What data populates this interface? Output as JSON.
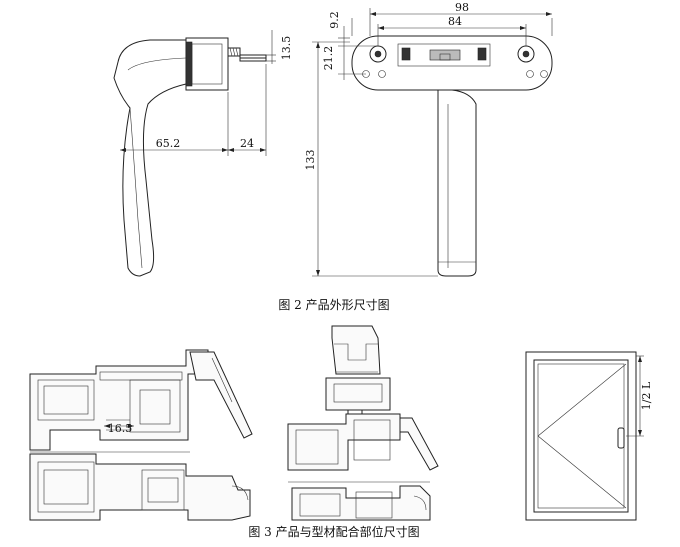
{
  "top_fragment": "",
  "figure2": {
    "caption": "图 2  产品外形尺寸图",
    "dims": {
      "d_98": "98",
      "d_84": "84",
      "d_9_2": "9.2",
      "d_21_2": "21.2",
      "d_13_5": "13.5",
      "d_65_2": "65.2",
      "d_24": "24",
      "d_133": "133"
    }
  },
  "figure3": {
    "caption": "图 3  产品与型材配合部位尺寸图",
    "dims": {
      "d_16_5": "16.5",
      "d_half_l": "1/2 L"
    }
  }
}
